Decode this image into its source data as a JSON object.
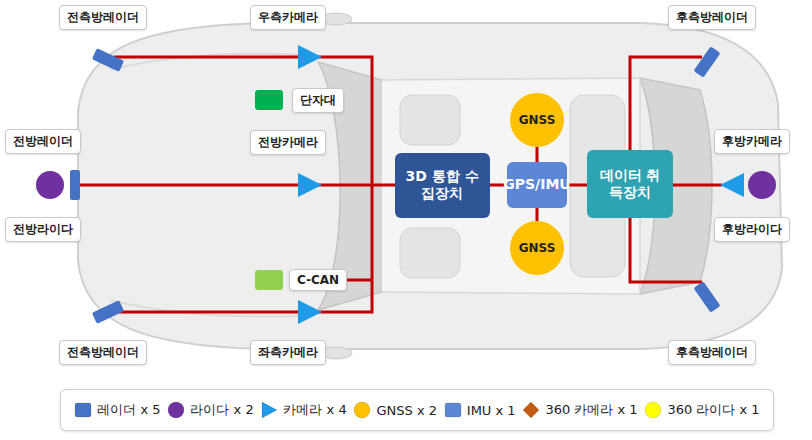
{
  "diagram": {
    "nodes": [
      {
        "text": [
          "전측방레이더"
        ]
      },
      {
        "text": [
          "우측카메라"
        ]
      },
      {
        "text": [
          "후측방레이더"
        ]
      },
      {
        "text": [
          "단자대"
        ]
      },
      {
        "text": [
          "GNSS"
        ]
      },
      {
        "text": [
          "전방레이더"
        ]
      },
      {
        "text": [
          "전방카메라"
        ]
      },
      {
        "text": [
          "후방카메라"
        ]
      },
      {
        "text": [
          "3D 통합 수집장치"
        ]
      },
      {
        "text": [
          "GPS/IMU"
        ]
      },
      {
        "text": [
          "데이터 취득장치"
        ]
      },
      {
        "text": [
          "전방라이다"
        ]
      },
      {
        "text": [
          "후방라이다"
        ]
      },
      {
        "text": [
          "GNSS"
        ]
      },
      {
        "text": [
          "C-CAN"
        ]
      },
      {
        "text": [
          "전측방레이더"
        ]
      },
      {
        "text": [
          "좌측카메라"
        ]
      },
      {
        "text": [
          "후측방레이더"
        ]
      }
    ],
    "edges": [
      {
        "from": 8,
        "to": 9,
        "arrow": "none"
      },
      {
        "from": 9,
        "to": 10,
        "arrow": "none"
      },
      {
        "from": 4,
        "to": 9,
        "arrow": "none"
      },
      {
        "from": 13,
        "to": 9,
        "arrow": "none"
      }
    ],
    "legend": [
      {
        "text": "레이더 x 5",
        "color": "#4472c4"
      },
      {
        "text": "라이다 x 2",
        "color": "#7030a0"
      },
      {
        "text": "카메라 x 4",
        "color": "#1e9be6"
      },
      {
        "text": "GNSS x 2",
        "color": "#ffc000"
      },
      {
        "text": "IMU x 1",
        "color": "#5b87d6"
      },
      {
        "text": "360 카메라 x 1",
        "color": "#c55a11"
      },
      {
        "text": "360 라이다 x 1",
        "color": "#ffff00"
      }
    ]
  }
}
